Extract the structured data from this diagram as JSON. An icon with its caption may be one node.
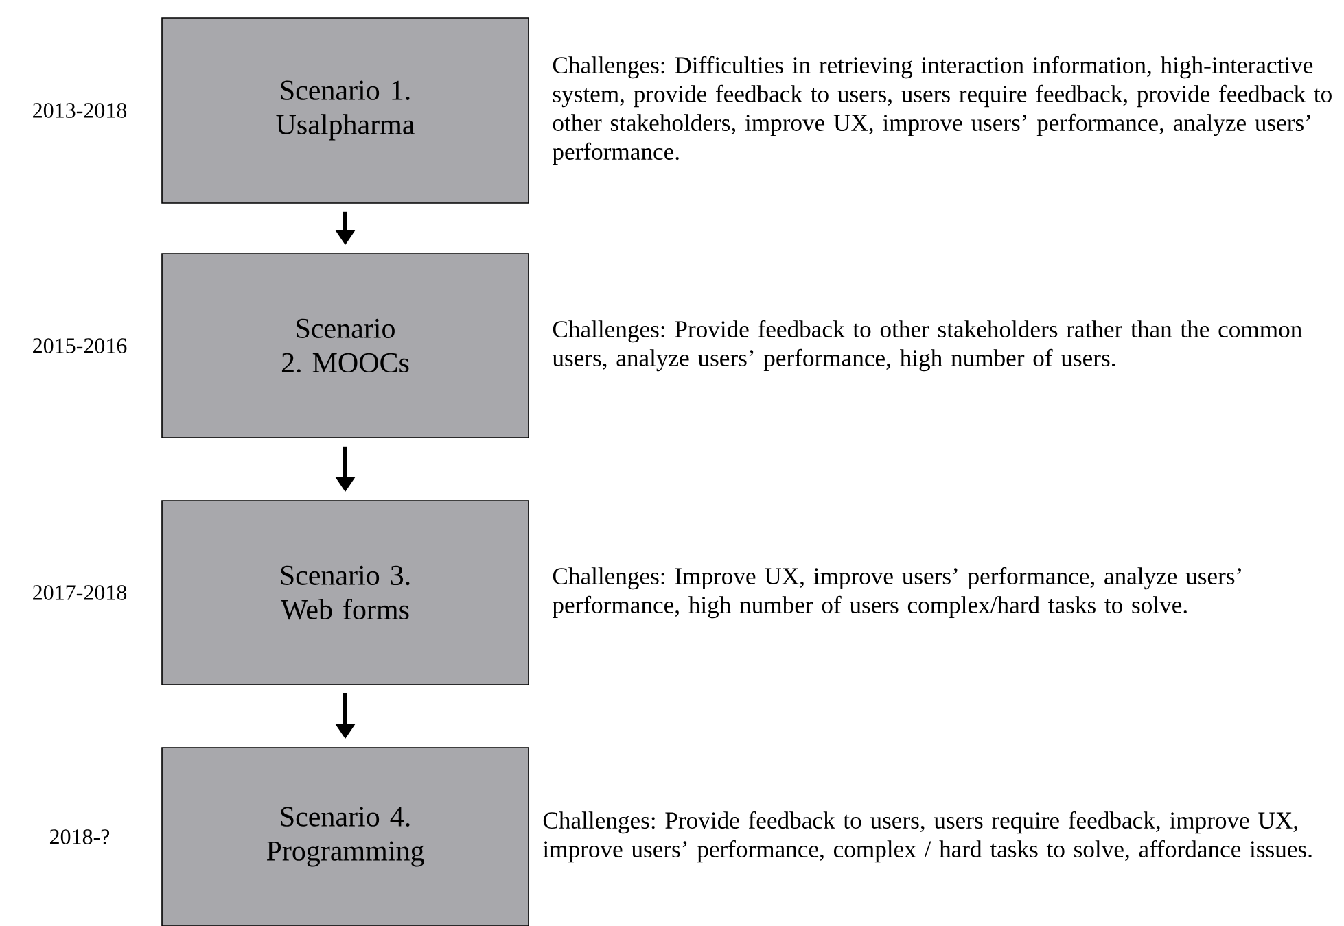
{
  "diagram": {
    "nodes": [
      {
        "text": [
          "Scenario 1. Usalpharma"
        ],
        "beside": [
          "2013-2018",
          "Challenges: Difficulties in retrieving interaction information, high-interactive system, provide feedback to users, users require feedback, provide feedback to other stakeholders, improve UX, improve users’ performance, analyze users’ performance."
        ]
      },
      {
        "text": [
          "Scenario 2. MOOCs"
        ],
        "beside": [
          "2015-2016",
          "Challenges: Provide feedback to other stakeholders rather than the common users, analyze users’ performance, high number of users."
        ]
      },
      {
        "text": [
          "Scenario 3. Web forms"
        ],
        "beside": [
          "2017-2018",
          "Challenges: Improve UX, improve users’ performance, analyze users’ performance, high number of users complex/hard tasks to solve."
        ]
      },
      {
        "text": [
          "Scenario 4. Programming"
        ],
        "beside": [
          "2018-?",
          "Challenges: Provide feedback to users, users require feedback, improve UX, improve users’ performance, complex / hard tasks to solve, affordance issues."
        ]
      }
    ],
    "edges": [
      {
        "from": 0,
        "to": 1,
        "arrow": "to"
      },
      {
        "from": 1,
        "to": 2,
        "arrow": "to"
      },
      {
        "from": 2,
        "to": 3,
        "arrow": "to"
      }
    ]
  }
}
